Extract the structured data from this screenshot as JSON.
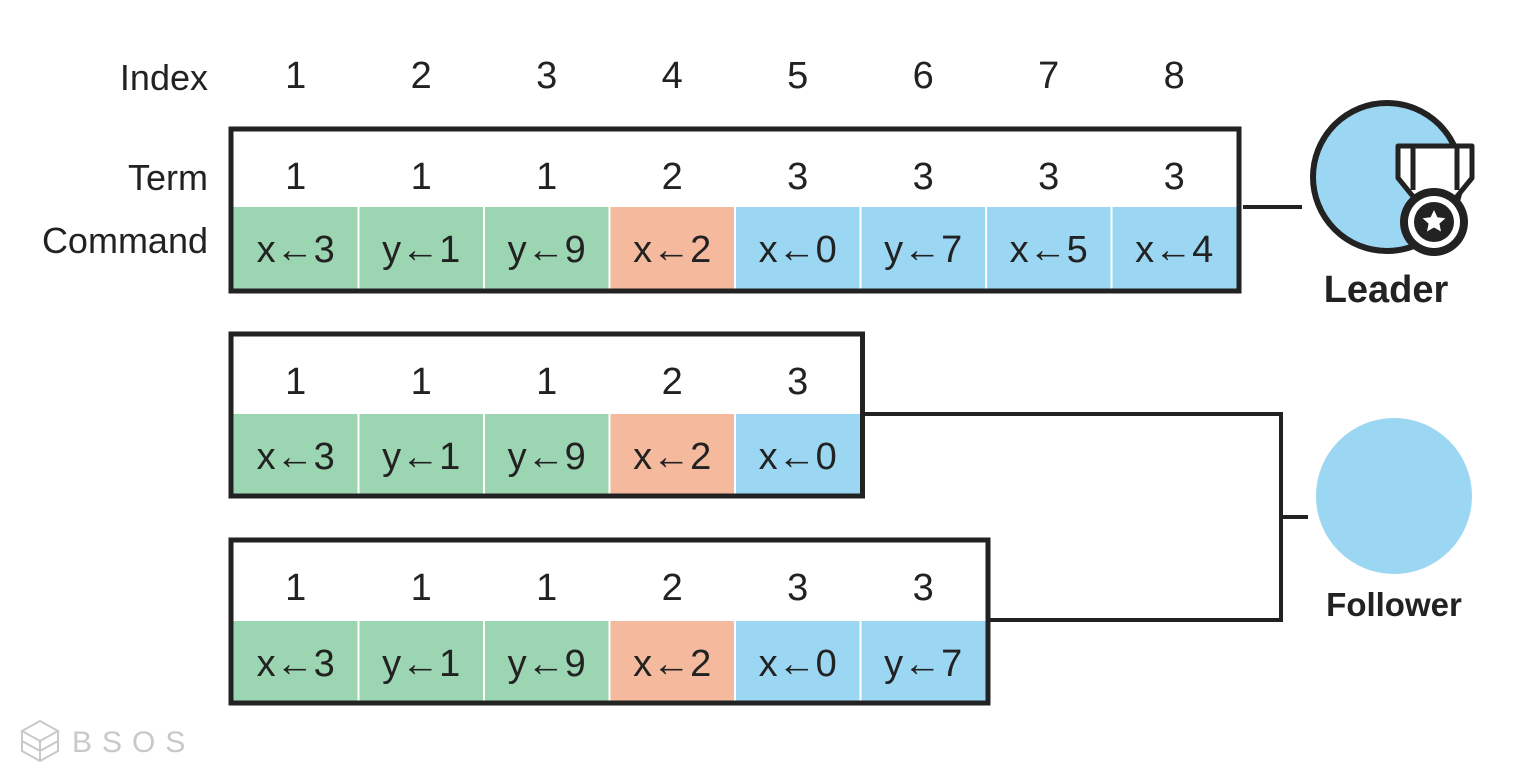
{
  "labels": {
    "index": "Index",
    "term": "Term",
    "command": "Command"
  },
  "index_numbers": [
    "1",
    "2",
    "3",
    "4",
    "5",
    "6",
    "7",
    "8"
  ],
  "colors": {
    "term_1": "#9cd5b2",
    "term_2": "#f5b99e",
    "term_3": "#9bd7f3",
    "node": "#9bd7f3",
    "border": "#222222"
  },
  "logs": [
    {
      "role": "leader",
      "entries": [
        {
          "term": "1",
          "command": "x←3"
        },
        {
          "term": "1",
          "command": "y←1"
        },
        {
          "term": "1",
          "command": "y←9"
        },
        {
          "term": "2",
          "command": "x←2"
        },
        {
          "term": "3",
          "command": "x←0"
        },
        {
          "term": "3",
          "command": "y←7"
        },
        {
          "term": "3",
          "command": "x←5"
        },
        {
          "term": "3",
          "command": "x←4"
        }
      ]
    },
    {
      "role": "follower",
      "entries": [
        {
          "term": "1",
          "command": "x←3"
        },
        {
          "term": "1",
          "command": "y←1"
        },
        {
          "term": "1",
          "command": "y←9"
        },
        {
          "term": "2",
          "command": "x←2"
        },
        {
          "term": "3",
          "command": "x←0"
        }
      ]
    },
    {
      "role": "follower",
      "entries": [
        {
          "term": "1",
          "command": "x←3"
        },
        {
          "term": "1",
          "command": "y←1"
        },
        {
          "term": "1",
          "command": "y←9"
        },
        {
          "term": "2",
          "command": "x←2"
        },
        {
          "term": "3",
          "command": "x←0"
        },
        {
          "term": "3",
          "command": "y←7"
        }
      ]
    }
  ],
  "nodes": {
    "leader": {
      "label": "Leader",
      "icon": "medal-star-icon"
    },
    "follower": {
      "label": "Follower"
    }
  },
  "watermark": {
    "text": "BSOS",
    "icon": "cube-logo-icon"
  }
}
